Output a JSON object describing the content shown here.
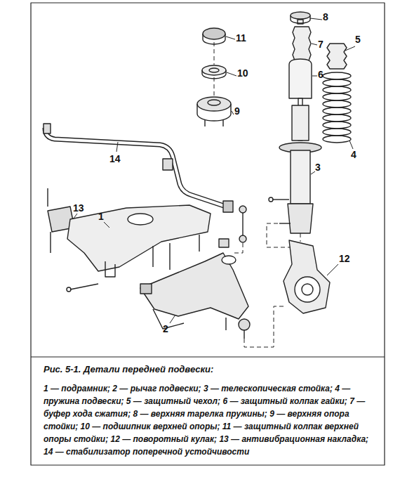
{
  "diagram": {
    "caption": "Рис. 5-1. Детали передней подвески:",
    "labels": [
      "8",
      "11",
      "7",
      "5",
      "10",
      "6",
      "9",
      "4",
      "14",
      "3",
      "13",
      "1",
      "12",
      "2",
      "1 — подрамник; 2 — рычаг подвески; 3 — телескопическая стойка; 4 — пружина подвески; 5 — защитный чехол; 6 — защитный колпак гайки; 7 — буфер хода сжатия; 8 — верхняя тарелка пружины; 9 — верхняя опора стойки; 10 — подшипник верхней опоры; 11 — защитный колпак верхней опоры стойки; 12 — поворотный кулак; 13 — антивибрационная накладка; 14 — стабилизатор поперечной устойчивости"
    ]
  }
}
